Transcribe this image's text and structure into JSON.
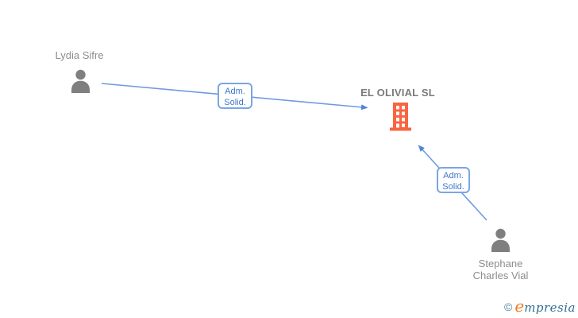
{
  "diagram": {
    "nodes": {
      "lydia": {
        "type": "person",
        "label": "Lydia Sifre"
      },
      "olivial": {
        "type": "company",
        "label": "EL OLIVIAL SL"
      },
      "stephane": {
        "type": "person",
        "label_line1": "Stephane",
        "label_line2": "Charles Vial"
      }
    },
    "edges": {
      "lydia_to_olivial": {
        "from": "Lydia Sifre",
        "to": "EL OLIVIAL SL",
        "label_line1": "Adm.",
        "label_line2": "Solid."
      },
      "stephane_to_olivial": {
        "from": "Stephane Charles Vial",
        "to": "EL OLIVIAL SL",
        "label_line1": "Adm.",
        "label_line2": "Solid."
      }
    }
  },
  "footer": {
    "copyright_symbol": "©",
    "brand_initial": "e",
    "brand_rest": "mpresia"
  },
  "colors": {
    "edge_blue": "#6f9ae0",
    "arrow_blue": "#4d84dc",
    "box_border_blue": "#7aa5e5",
    "box_text_blue": "#3c78c8",
    "person_gray": "#7f7f7f",
    "label_gray": "#8c8c8c",
    "company_label_gray": "#7a7a7a",
    "building_orange": "#f96540",
    "logo_orange": "#ED7D23",
    "logo_teal": "#2e6f8e"
  }
}
